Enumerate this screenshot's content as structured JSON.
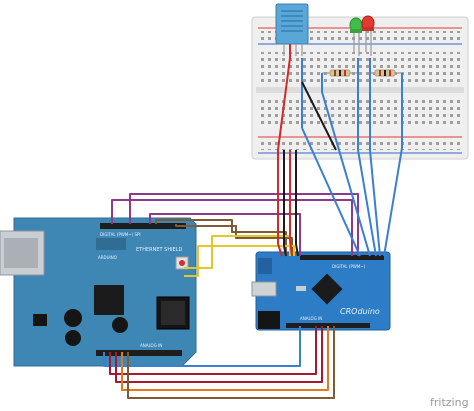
{
  "watermark": "fritzing",
  "shield_label": "ETHERNET SHIELD",
  "shield_header_digital": "DIGITAL (PWM~) SPI",
  "shield_header_analog": "ANALOG IN",
  "shield_brand": "ARDUINO",
  "board_brand": "CROduino",
  "board_header_digital": "DIGITAL (PWM~)",
  "board_header_analog": "ANALOG IN",
  "colors": {
    "shield_board": "#3e86b4",
    "croduino_board": "#2d7cc6",
    "breadboard": "#efefef",
    "dht_sensor": "#5aa6d6",
    "led_red": "#e23a30",
    "led_green": "#3fbf4a",
    "resistor": "#d8c49a",
    "rail_red": "#e53935",
    "rail_blue": "#3067c2",
    "wire_red": "#d02a2a",
    "wire_black": "#1b1b1b",
    "wire_blue": "#3a7fd2",
    "wire_purple": "#8c3a8c",
    "wire_brown": "#7e5a35",
    "wire_yellow": "#e3c72a",
    "wire_orange": "#e07a1f",
    "wire_darkred": "#a4192e",
    "wire_gray": "#8a8a8a"
  }
}
